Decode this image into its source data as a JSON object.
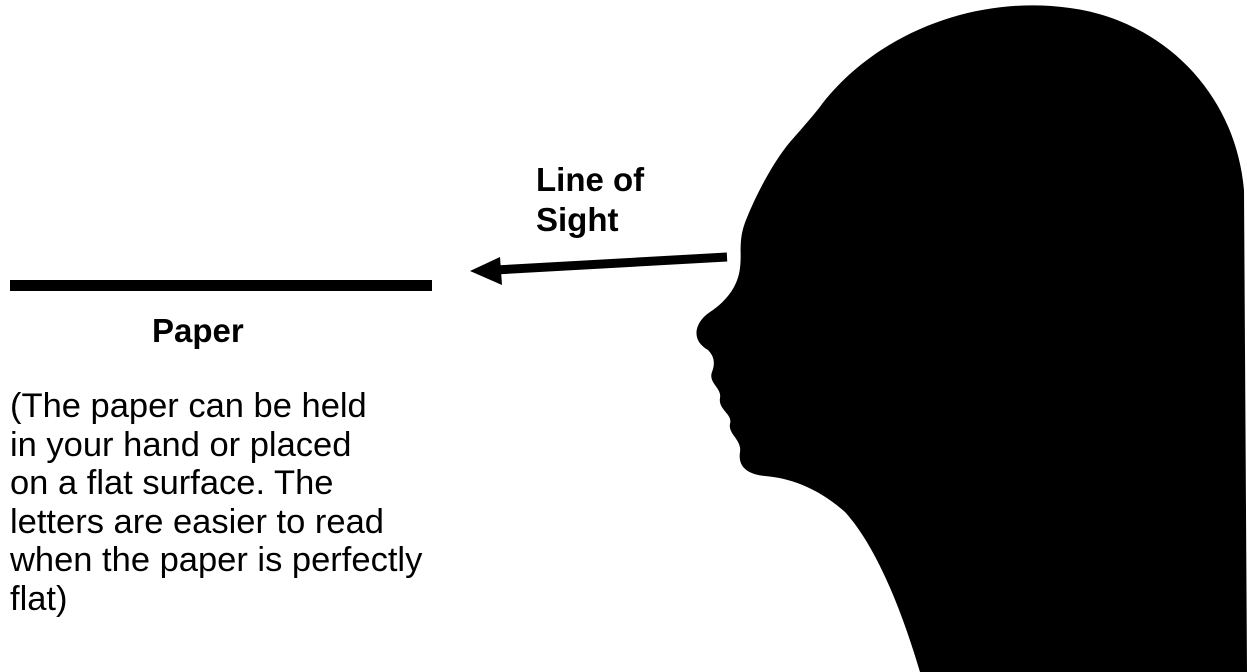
{
  "paper": {
    "label": "Paper"
  },
  "line_of_sight": {
    "lines": [
      "Line of",
      "Sight"
    ]
  },
  "note": {
    "lines": [
      "(The paper can be held",
      "in your hand or placed",
      "on a flat surface. The",
      "letters are easier to read",
      "when the paper is perfectly",
      "flat)"
    ]
  },
  "colors": {
    "ink": "#000000",
    "background": "#ffffff"
  },
  "icons": {
    "head": "head-silhouette-icon",
    "arrow": "left-arrow-icon"
  }
}
